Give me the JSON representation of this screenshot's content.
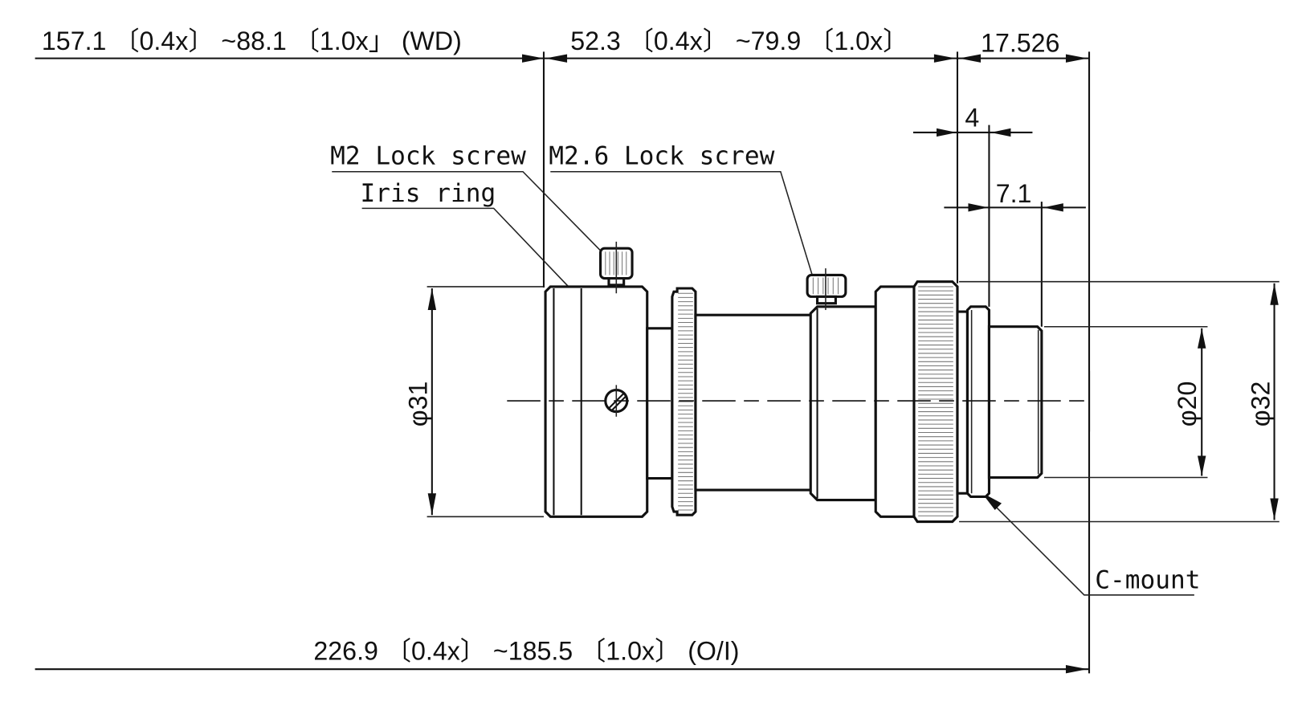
{
  "drawing": {
    "title": "Telecentric zoom lens outline drawing",
    "units": "mm",
    "line_color": "#111111",
    "background": "#ffffff"
  },
  "dimensions": {
    "working_distance": "157.1 〔0.4x〕 ~88.1 〔1.0x」 (WD)",
    "lens_length": "52.3 〔0.4x〕 ~79.9 〔1.0x〕",
    "flange_back": "17.526",
    "mount_step": "4",
    "mount_thread": "7.1",
    "front_diameter": "φ31",
    "mount_diameter": "φ20",
    "rear_diameter": "φ32",
    "object_to_image": "226.9 〔0.4x〕 ~185.5 〔1.0x〕 (O/I)"
  },
  "callouts": {
    "m2_lock_screw": "M2 Lock screw",
    "iris_ring": "Iris ring",
    "m26_lock_screw": "M2.6 Lock screw",
    "c_mount": "C-mount"
  }
}
